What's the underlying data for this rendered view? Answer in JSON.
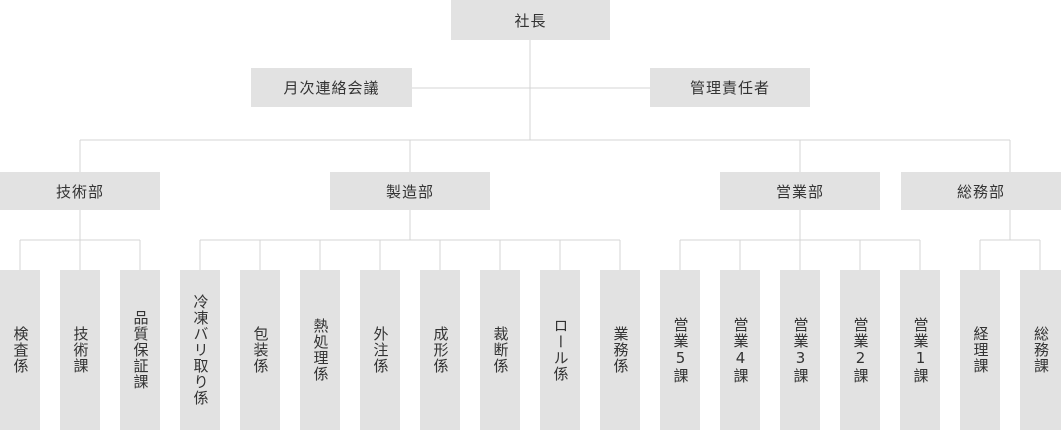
{
  "colors": {
    "box_fill": "#e2e2e2",
    "line": "#d4d4d4",
    "text": "#333333"
  },
  "president": "社長",
  "advisory": {
    "left": "月次連絡会議",
    "right": "管理責任者"
  },
  "departments": [
    {
      "name": "技術部",
      "units": [
        "検査係",
        "技術課",
        "品質保証課"
      ]
    },
    {
      "name": "製造部",
      "units": [
        "冷凍バリ取り係",
        "包装係",
        "熱処理係",
        "外注係",
        "成形係",
        "裁断係",
        "ロール係",
        "業務係"
      ]
    },
    {
      "name": "営業部",
      "units": [
        "営業5課",
        "営業4課",
        "営業3課",
        "営業2課",
        "営業1課"
      ]
    },
    {
      "name": "総務部",
      "units": [
        "経理課",
        "総務課"
      ]
    }
  ]
}
